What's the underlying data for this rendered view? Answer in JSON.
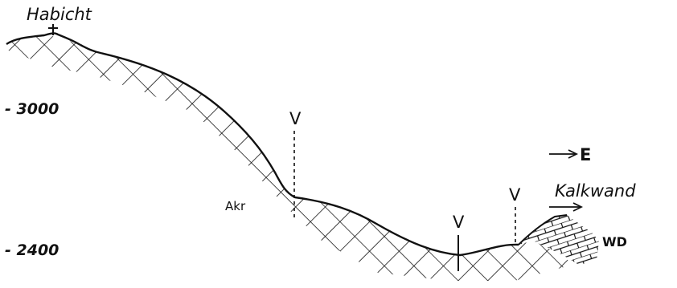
{
  "peak": {
    "label": "Habicht"
  },
  "elevations": [
    "- 3000",
    "- 2400"
  ],
  "markers": {
    "v": "V"
  },
  "labels": {
    "akr": "Akr",
    "east": "E",
    "kalkwand": "Kalkwand",
    "wd": "WD"
  },
  "colors": {
    "ink": "#111111",
    "paper": "#ffffff"
  }
}
